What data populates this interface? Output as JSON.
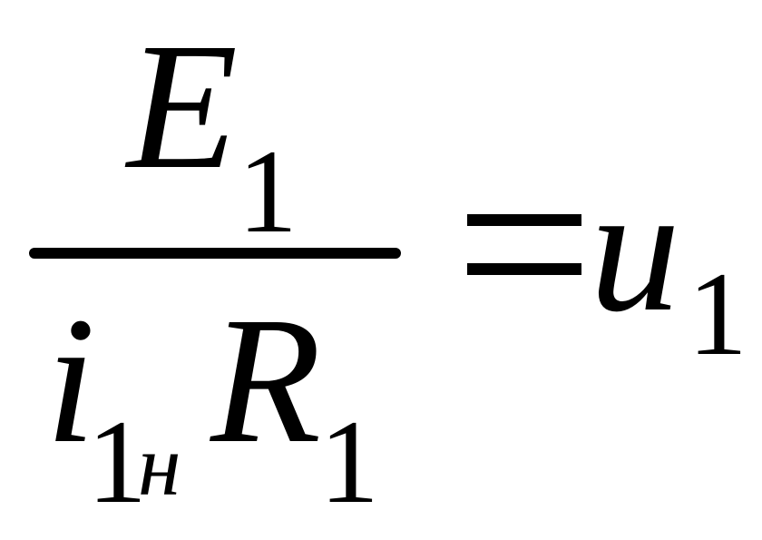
{
  "formula": {
    "numerator": {
      "symbol": "E",
      "subscript": "1"
    },
    "denominator": {
      "current_symbol": "i",
      "current_subscript": "1",
      "current_subsubscript": "н",
      "resistance_symbol": "R",
      "resistance_subscript": "1"
    },
    "rhs": {
      "symbol": "u",
      "subscript": "1"
    }
  }
}
